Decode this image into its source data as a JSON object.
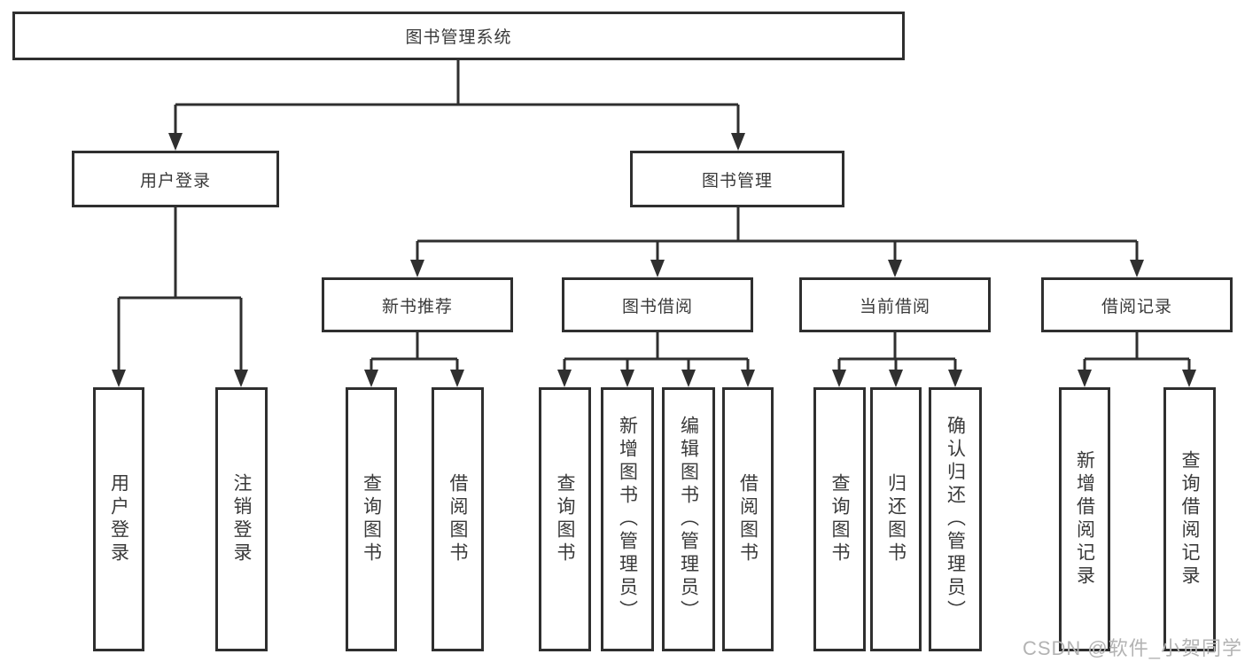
{
  "colors": {
    "line": "#2f2f2f",
    "text": "#3a3a3a",
    "background": "#ffffff",
    "watermark": "#b3b3b3"
  },
  "watermark": "CSDN @软件_小贺同学",
  "tree": {
    "root": {
      "label": "图书管理系统"
    },
    "branches": [
      {
        "label": "用户登录",
        "children": [
          {
            "label": "用户登录"
          },
          {
            "label": "注销登录"
          }
        ]
      },
      {
        "label": "图书管理",
        "children": [
          {
            "label": "新书推荐",
            "children": [
              {
                "label": "查询图书"
              },
              {
                "label": "借阅图书"
              }
            ]
          },
          {
            "label": "图书借阅",
            "children": [
              {
                "label": "查询图书"
              },
              {
                "label": "新增图书（管理员）"
              },
              {
                "label": "编辑图书（管理员）"
              },
              {
                "label": "借阅图书"
              }
            ]
          },
          {
            "label": "当前借阅",
            "children": [
              {
                "label": "查询图书"
              },
              {
                "label": "归还图书"
              },
              {
                "label": "确认归还（管理员）"
              }
            ]
          },
          {
            "label": "借阅记录",
            "children": [
              {
                "label": "新增借阅记录"
              },
              {
                "label": "查询借阅记录"
              }
            ]
          }
        ]
      }
    ]
  }
}
